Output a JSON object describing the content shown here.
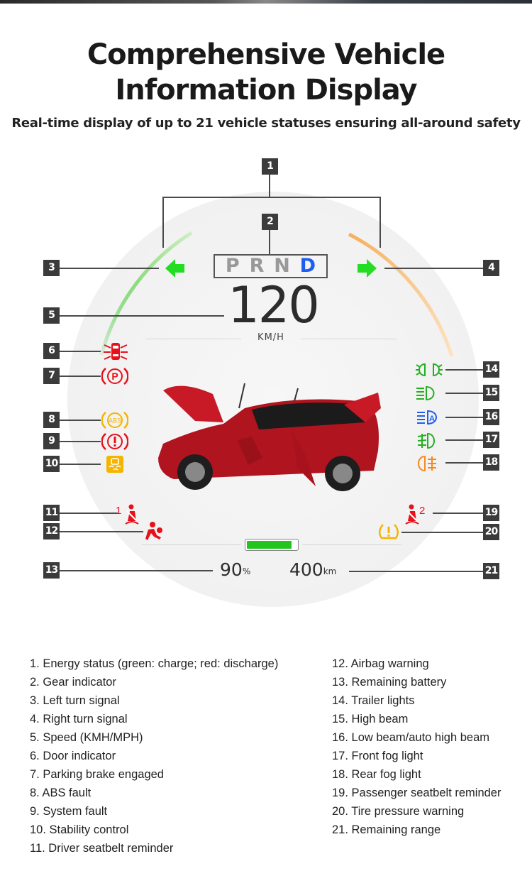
{
  "header": {
    "title_line1": "Comprehensive Vehicle",
    "title_line2": "Information Display",
    "subtitle": "Real-time display of up to 21 vehicle statuses ensuring all-around safety"
  },
  "dashboard": {
    "gears": [
      "P",
      "R",
      "N",
      "D"
    ],
    "active_gear": "D",
    "speed": "120",
    "speed_unit": "KM/H",
    "battery_percent_value": "90",
    "battery_percent_unit": "%",
    "battery_fill_fraction": 0.9,
    "range_value": "400",
    "range_unit": "km"
  },
  "callouts": [
    "1",
    "2",
    "3",
    "4",
    "5",
    "6",
    "7",
    "8",
    "9",
    "10",
    "11",
    "12",
    "13",
    "14",
    "15",
    "16",
    "17",
    "18",
    "19",
    "20",
    "21"
  ],
  "icons": {
    "seatbelt_driver_number": "1",
    "seatbelt_passenger_number": "2",
    "low_beam_auto_letter": "A",
    "abs_text": "ABS",
    "parking_letter": "P"
  },
  "colors": {
    "green": "#22c41d",
    "red": "#e8101a",
    "amber": "#f5b400",
    "orange": "#f58a1f",
    "blue": "#1e5ef0",
    "callout_box": "#3b3b3b"
  },
  "legend": {
    "left": [
      "1. Energy status (green: charge; red: discharge)",
      "2. Gear indicator",
      "3. Left turn signal",
      "4. Right turn signal",
      "5. Speed (KMH/MPH)",
      "6. Door indicator",
      "7. Parking brake engaged",
      "8. ABS fault",
      "9. System fault",
      "10. Stability control",
      "11. Driver seatbelt reminder"
    ],
    "right": [
      "12. Airbag warning",
      "13. Remaining battery",
      "14. Trailer lights",
      "15. High beam",
      "16. Low beam/auto high beam",
      "17. Front fog light",
      "18. Rear fog light",
      "19. Passenger seatbelt reminder",
      "20. Tire pressure warning",
      "21. Remaining range"
    ]
  }
}
